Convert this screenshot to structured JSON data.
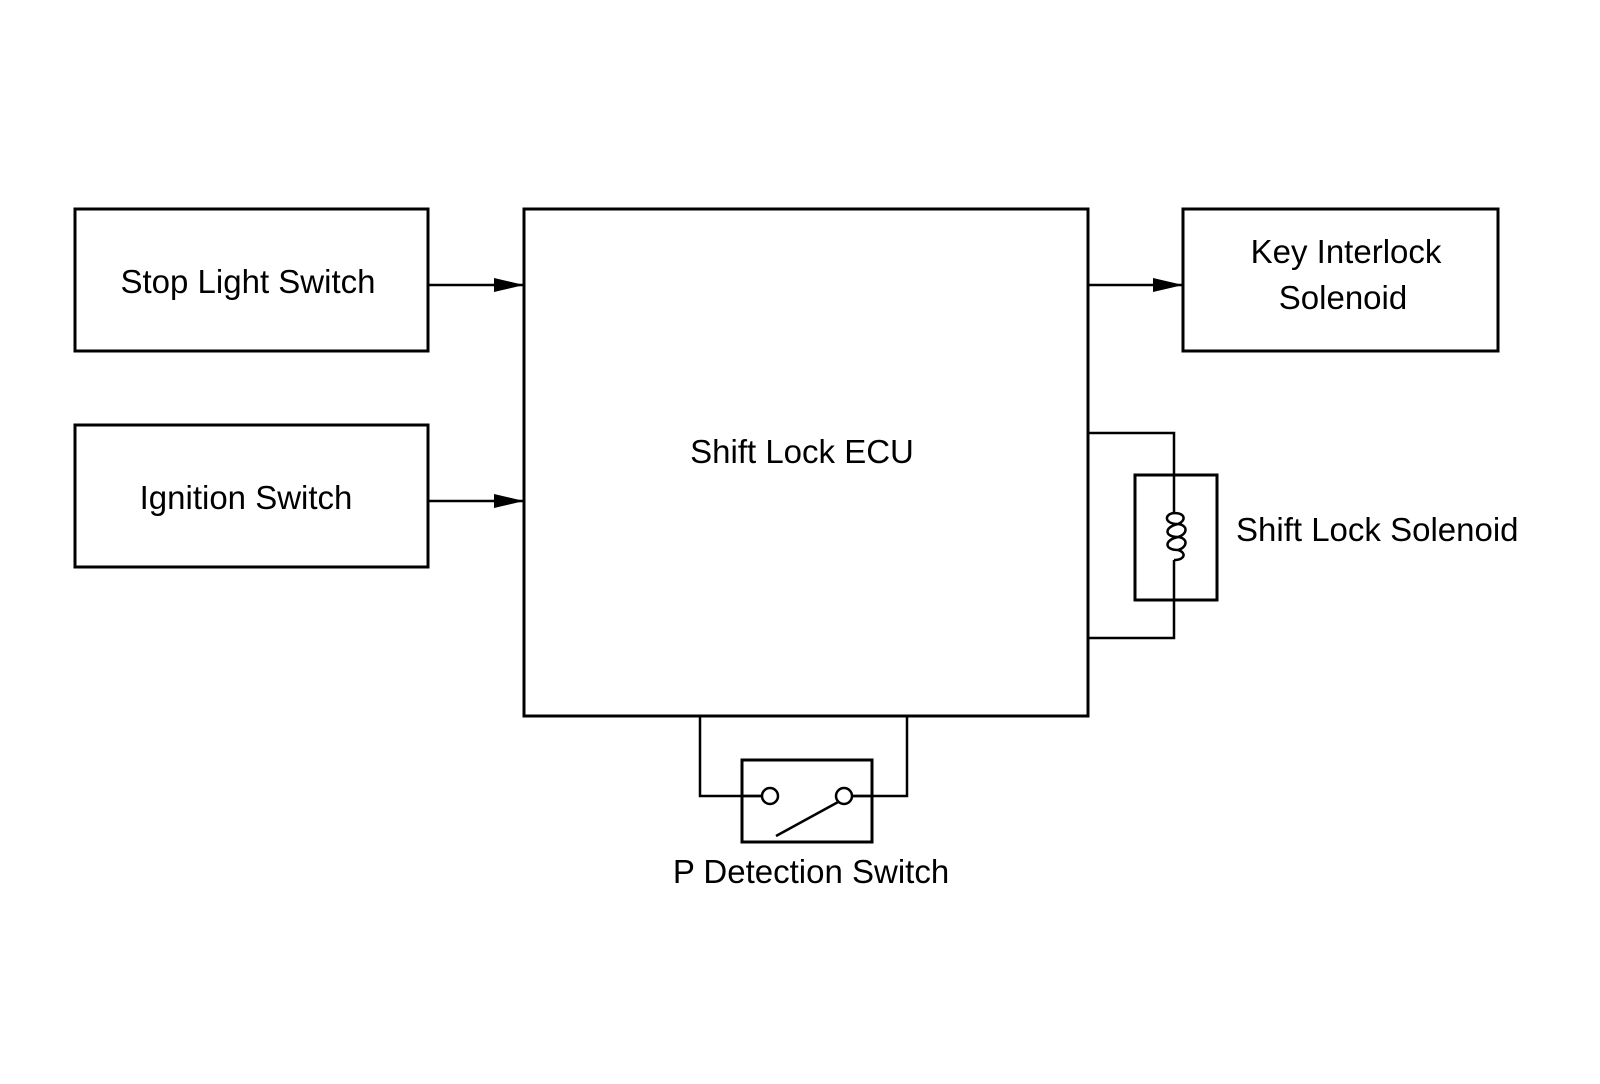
{
  "diagram": {
    "blocks": {
      "stop_light_switch": "Stop Light Switch",
      "ignition_switch": "Ignition Switch",
      "shift_lock_ecu": "Shift Lock ECU",
      "key_interlock_solenoid_line1": "Key Interlock",
      "key_interlock_solenoid_line2": "Solenoid",
      "shift_lock_solenoid": "Shift Lock Solenoid",
      "p_detection_switch": "P Detection Switch"
    },
    "colors": {
      "line": "#000000",
      "background": "#ffffff"
    }
  }
}
